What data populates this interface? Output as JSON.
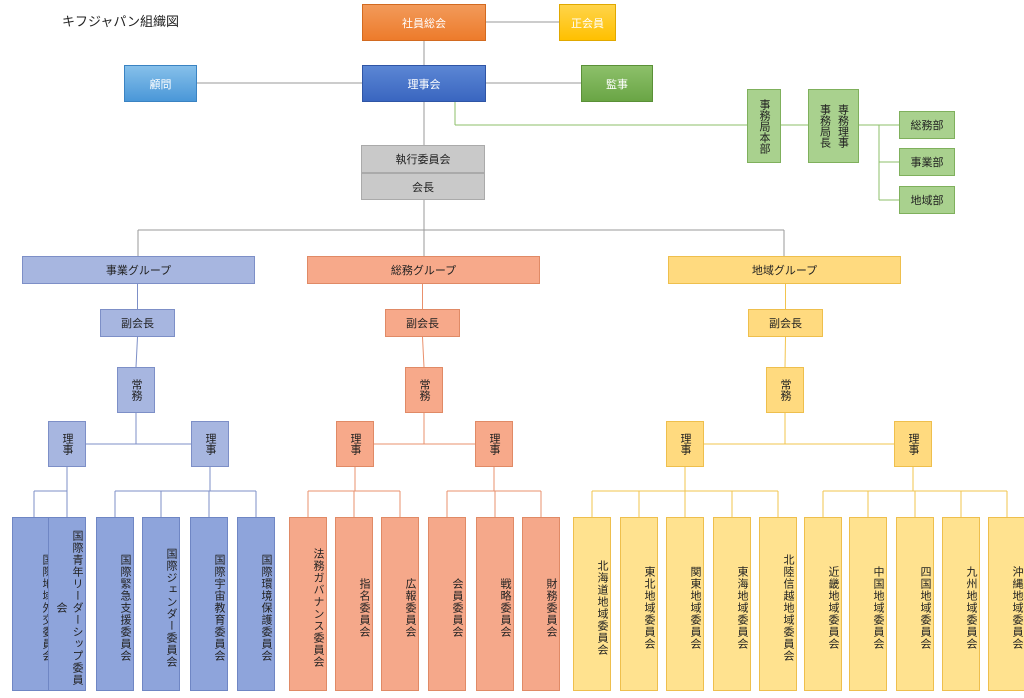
{
  "title": "キフジャパン組織図",
  "top": {
    "general_assembly": "社員総会",
    "auditor_court": "正会員",
    "board": "理事会",
    "advisor": "顧問",
    "inspector": "監事"
  },
  "secretariat": {
    "hq": "事務局本部",
    "managing_director": "専務理事",
    "secretary_general": "事務局長",
    "depts": [
      "総務部",
      "事業部",
      "地域部"
    ]
  },
  "exec": {
    "committee": "執行委員会",
    "chair": "会長"
  },
  "groups": [
    {
      "name": "事業グループ",
      "vice": "副会長",
      "managing": "常務",
      "riji": [
        "理事",
        "理事"
      ],
      "committees": [
        "国際地域外交委員会",
        "国際青年リーダーシップ委員会",
        "国際緊急支援委員会",
        "国際ジェンダー委員会",
        "国際宇宙教育委員会",
        "国際環境保護委員会"
      ]
    },
    {
      "name": "総務グループ",
      "vice": "副会長",
      "managing": "常務",
      "riji": [
        "理事",
        "理事"
      ],
      "committees": [
        "法務ガバナンス委員会",
        "指名委員会",
        "広報委員会",
        "会員委員会",
        "戦略委員会",
        "財務委員会"
      ]
    },
    {
      "name": "地域グループ",
      "vice": "副会長",
      "managing": "常務",
      "riji": [
        "理事",
        "理事"
      ],
      "committees": [
        "北海道地域委員会",
        "東北地域委員会",
        "関東地域委員会",
        "東海地域委員会",
        "北陸信越地域委員会",
        "近畿地域委員会",
        "中国地域委員会",
        "四国地域委員会",
        "九州地域委員会",
        "沖縄地域委員会"
      ]
    }
  ],
  "colors": {
    "blue_line": "#7d8fc7",
    "salmon_line": "#e9906c",
    "yellow_line": "#f2c44e",
    "green_line": "#8cbf6a",
    "gray_line": "#9a9a9a"
  }
}
